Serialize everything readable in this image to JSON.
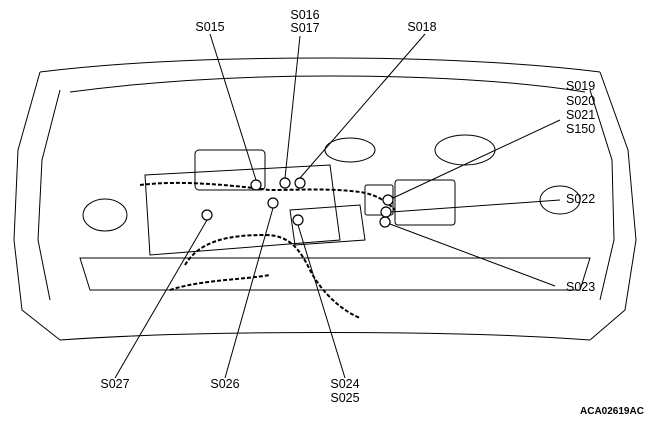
{
  "figure_id": "ACA02619AC",
  "callouts": {
    "s015": "S015",
    "s016": "S016",
    "s017": "S017",
    "s018": "S018",
    "s019": "S019",
    "s020": "S020",
    "s021": "S021",
    "s150": "S150",
    "s022": "S022",
    "s023": "S023",
    "s024": "S024",
    "s025": "S025",
    "s026": "S026",
    "s027": "S027"
  }
}
